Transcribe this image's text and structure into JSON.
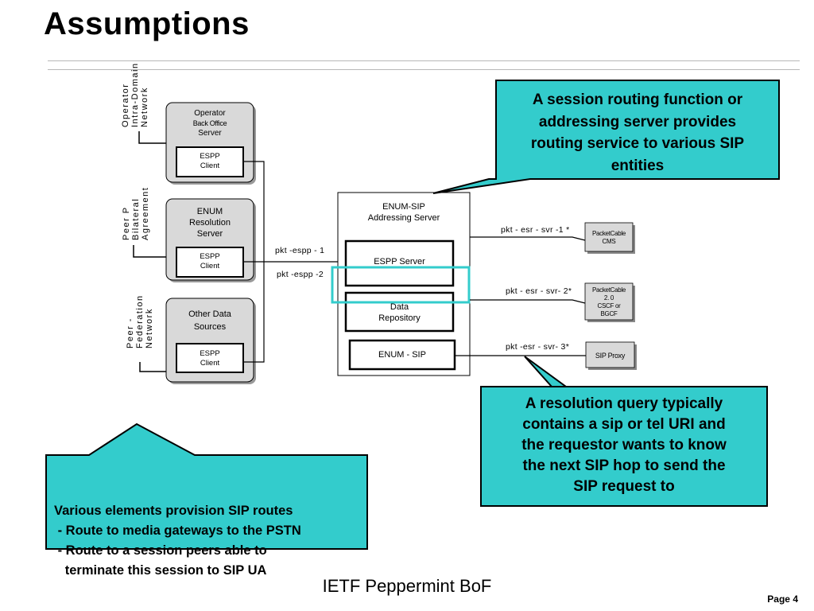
{
  "title": "Assumptions",
  "footer": "IETF Peppermint BoF",
  "page_label": "Page 4",
  "colors": {
    "callout_fill": "#33cccc",
    "box_fill": "#d9d9d9"
  },
  "left_labels": {
    "operator": [
      "Operator",
      "Intra-Domain",
      "Network"
    ],
    "peer_bilateral": [
      "Peer P",
      "Bilateral",
      "Agreement"
    ],
    "peer_federation": [
      "Peer -",
      "Federation",
      "Network"
    ]
  },
  "sources": [
    {
      "name": [
        "Operator",
        "Back Office",
        "Server"
      ],
      "client": [
        "ESPP",
        "Client"
      ]
    },
    {
      "name": [
        "ENUM",
        "Resolution",
        "Server"
      ],
      "client": [
        "ESPP",
        "Client"
      ]
    },
    {
      "name": [
        "Other Data",
        "Sources"
      ],
      "client": [
        "ESPP",
        "Client"
      ]
    }
  ],
  "addressing_server": {
    "title": [
      "ENUM-SIP",
      "Addressing Server"
    ],
    "espp_server": "ESPP Server",
    "repository": [
      "Data",
      "Repository"
    ],
    "enum_sip": "ENUM - SIP"
  },
  "interfaces": {
    "espp1": "pkt -espp - 1",
    "espp2": "pkt -espp  -2",
    "svr1": "pkt - esr - svr -1 *",
    "svr2": "pkt - esr - svr- 2*",
    "svr3": "pkt -esr - svr- 3*"
  },
  "targets": {
    "cms": [
      "PacketCable",
      "CMS"
    ],
    "cscf": [
      "PacketCable",
      "2. 0",
      "CSCF or",
      "BGCF"
    ],
    "sip_proxy": "SIP Proxy"
  },
  "callouts": {
    "routing": [
      "A session routing function or",
      "addressing server provides",
      "routing service to various SIP",
      "entities"
    ],
    "resolution": [
      "A resolution query typically",
      "contains a sip or tel URI and",
      "the requestor wants to know",
      "the next SIP hop to send the",
      "SIP request to"
    ],
    "provision": [
      "Various elements provision SIP routes",
      " - Route to media gateways to the PSTN",
      " - Route to a session peers able to",
      "   terminate this session to SIP UA"
    ]
  }
}
